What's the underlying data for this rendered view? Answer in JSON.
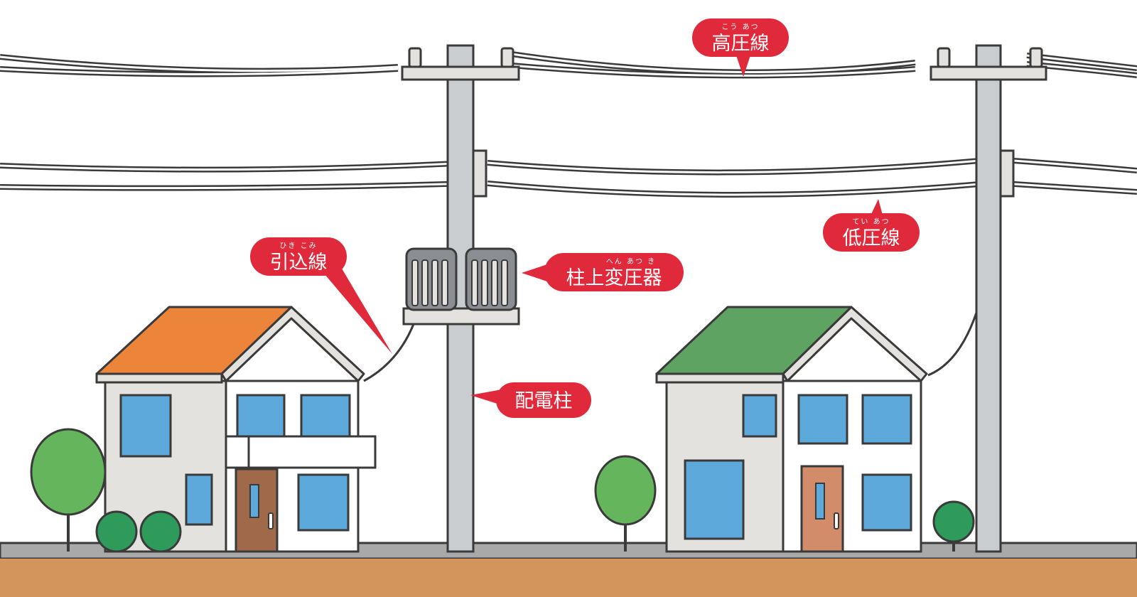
{
  "labels": {
    "high_voltage_line": {
      "ruby": "こう あつ",
      "text": "高圧線"
    },
    "low_voltage_line": {
      "ruby": "てい あつ",
      "text": "低圧線"
    },
    "service_drop": {
      "ruby": "ひき こみ",
      "text": "引込線"
    },
    "pole_transformer": {
      "ruby": "へん あつ き",
      "text": "柱上変圧器"
    },
    "utility_pole": {
      "text": "配電柱"
    }
  },
  "colors": {
    "callout": "#e02a3c",
    "outline": "#3a3a3a",
    "pole": "#c9cdd0",
    "roof_left": "#ec843a",
    "roof_right": "#5fa362",
    "window": "#5ea9dc",
    "wall": "#e3e2df",
    "door_left": "#a0694a",
    "door_right": "#d28c6a",
    "ground_top": "#a9a9a9",
    "soil": "#d4955d",
    "tree": "#64b55c",
    "shrub": "#2e9b5b"
  }
}
